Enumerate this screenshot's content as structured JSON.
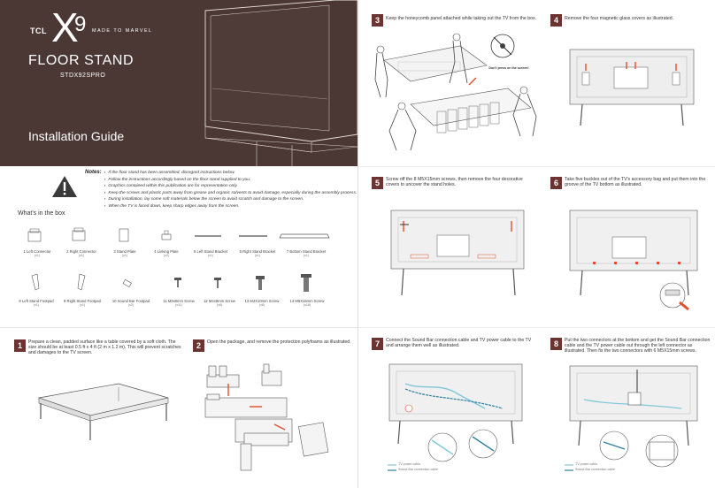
{
  "cover": {
    "brand": "TCL",
    "model_mark": "X",
    "model_number": "9",
    "tagline": "MADE TO MARVEL",
    "product_title": "FLOOR STAND",
    "product_code": "STDX92SPRO",
    "guide_title": "Installation Guide"
  },
  "notes": {
    "heading": "Notes:",
    "lines": [
      "If the floor stand has been assembled, disregard instructions below.",
      "Follow the instructions accordingly based on the floor stand supplied to you.",
      "Graphics contained within this publication are for representation only.",
      "Keep the screws and plastic parts away from grease and organic solvents to avoid damage, especially during the assembly process.",
      "During installation, lay some soft materials below the screen to avoid scratch and damage to the screen.",
      "When the TV is faced down, keep sharp edges away from the screen."
    ]
  },
  "box": {
    "heading": "What's in the box",
    "row1": [
      {
        "n": "1",
        "label": "Left Connector",
        "qty": "(x1)"
      },
      {
        "n": "2",
        "label": "Right Connector",
        "qty": "(x1)"
      },
      {
        "n": "3",
        "label": "Stand Plate",
        "qty": "(x1)"
      },
      {
        "n": "4",
        "label": "Linking Plate",
        "qty": "(x2)"
      },
      {
        "n": "5",
        "label": "Left Stand Bracket",
        "qty": "(x1)"
      },
      {
        "n": "6",
        "label": "Right Stand Bracket",
        "qty": "(x1)"
      },
      {
        "n": "7",
        "label": "Bottom Stand Bracket",
        "qty": "(x1)"
      }
    ],
    "row2": [
      {
        "n": "8",
        "label": "Left Stand Footpad",
        "qty": "(x1)"
      },
      {
        "n": "9",
        "label": "Right Stand Footpad",
        "qty": "(x1)"
      },
      {
        "n": "10",
        "label": "Sound Bar Footpad",
        "qty": "(x2)"
      },
      {
        "n": "11",
        "label": "M3x8mm Screw",
        "qty": "(x11)"
      },
      {
        "n": "12",
        "label": "M4x8mm Screw",
        "qty": "(x6)"
      },
      {
        "n": "13",
        "label": "M4X10mm Screw",
        "qty": "(x8)"
      },
      {
        "n": "14",
        "label": "M5X15mm Screw",
        "qty": "(x18)"
      }
    ]
  },
  "steps": [
    {
      "n": "1",
      "text": "Prepare a clean, padded surface like a table covered by a soft cloth. The size should be at least 0.5 ft x 4 ft (2 m x 1.2 m). This will prevent scratches and damages to the TV screen."
    },
    {
      "n": "2",
      "text": "Open the package, and remove the protection polyfoams as illustrated."
    },
    {
      "n": "3",
      "text": "Keep the honeycomb panel attached while taking out the TV from the box."
    },
    {
      "n": "4",
      "text": "Remove the four magnetic glass covers as illustrated."
    },
    {
      "n": "5",
      "text": "Screw off the 8 M5X15mm screws, then remove the four decorative covers to uncover the stand holes."
    },
    {
      "n": "6",
      "text": "Take five buckles out of the TV's accessory bag and put them into the groove of the TV bottom as illustrated."
    },
    {
      "n": "7",
      "text": "Connect the Sound Bar connection cable and TV power cable to the TV and arrange them well as illustrated."
    },
    {
      "n": "8",
      "text": "Put the two connectors at the bottom and get the Sound Bar connection cable and the TV power cable out through the left connector as illustrated. Then fix the two connectors with 6 M5X15mm screws."
    }
  ],
  "callouts": {
    "dont_press": "Don't press on the screen!"
  },
  "legend7": {
    "power": "TV power cable",
    "soundbar": "Sound Bar connection cable"
  },
  "legend8": {
    "power": "TV power cable",
    "soundbar": "Sound Bar connection cable"
  },
  "colors": {
    "cover_bg": "#4b3834",
    "step_badge": "#6b3430",
    "power_cable": "#7ec6d8",
    "soundbar_cable": "#2f7fa0",
    "arrow": "#e0502a"
  }
}
